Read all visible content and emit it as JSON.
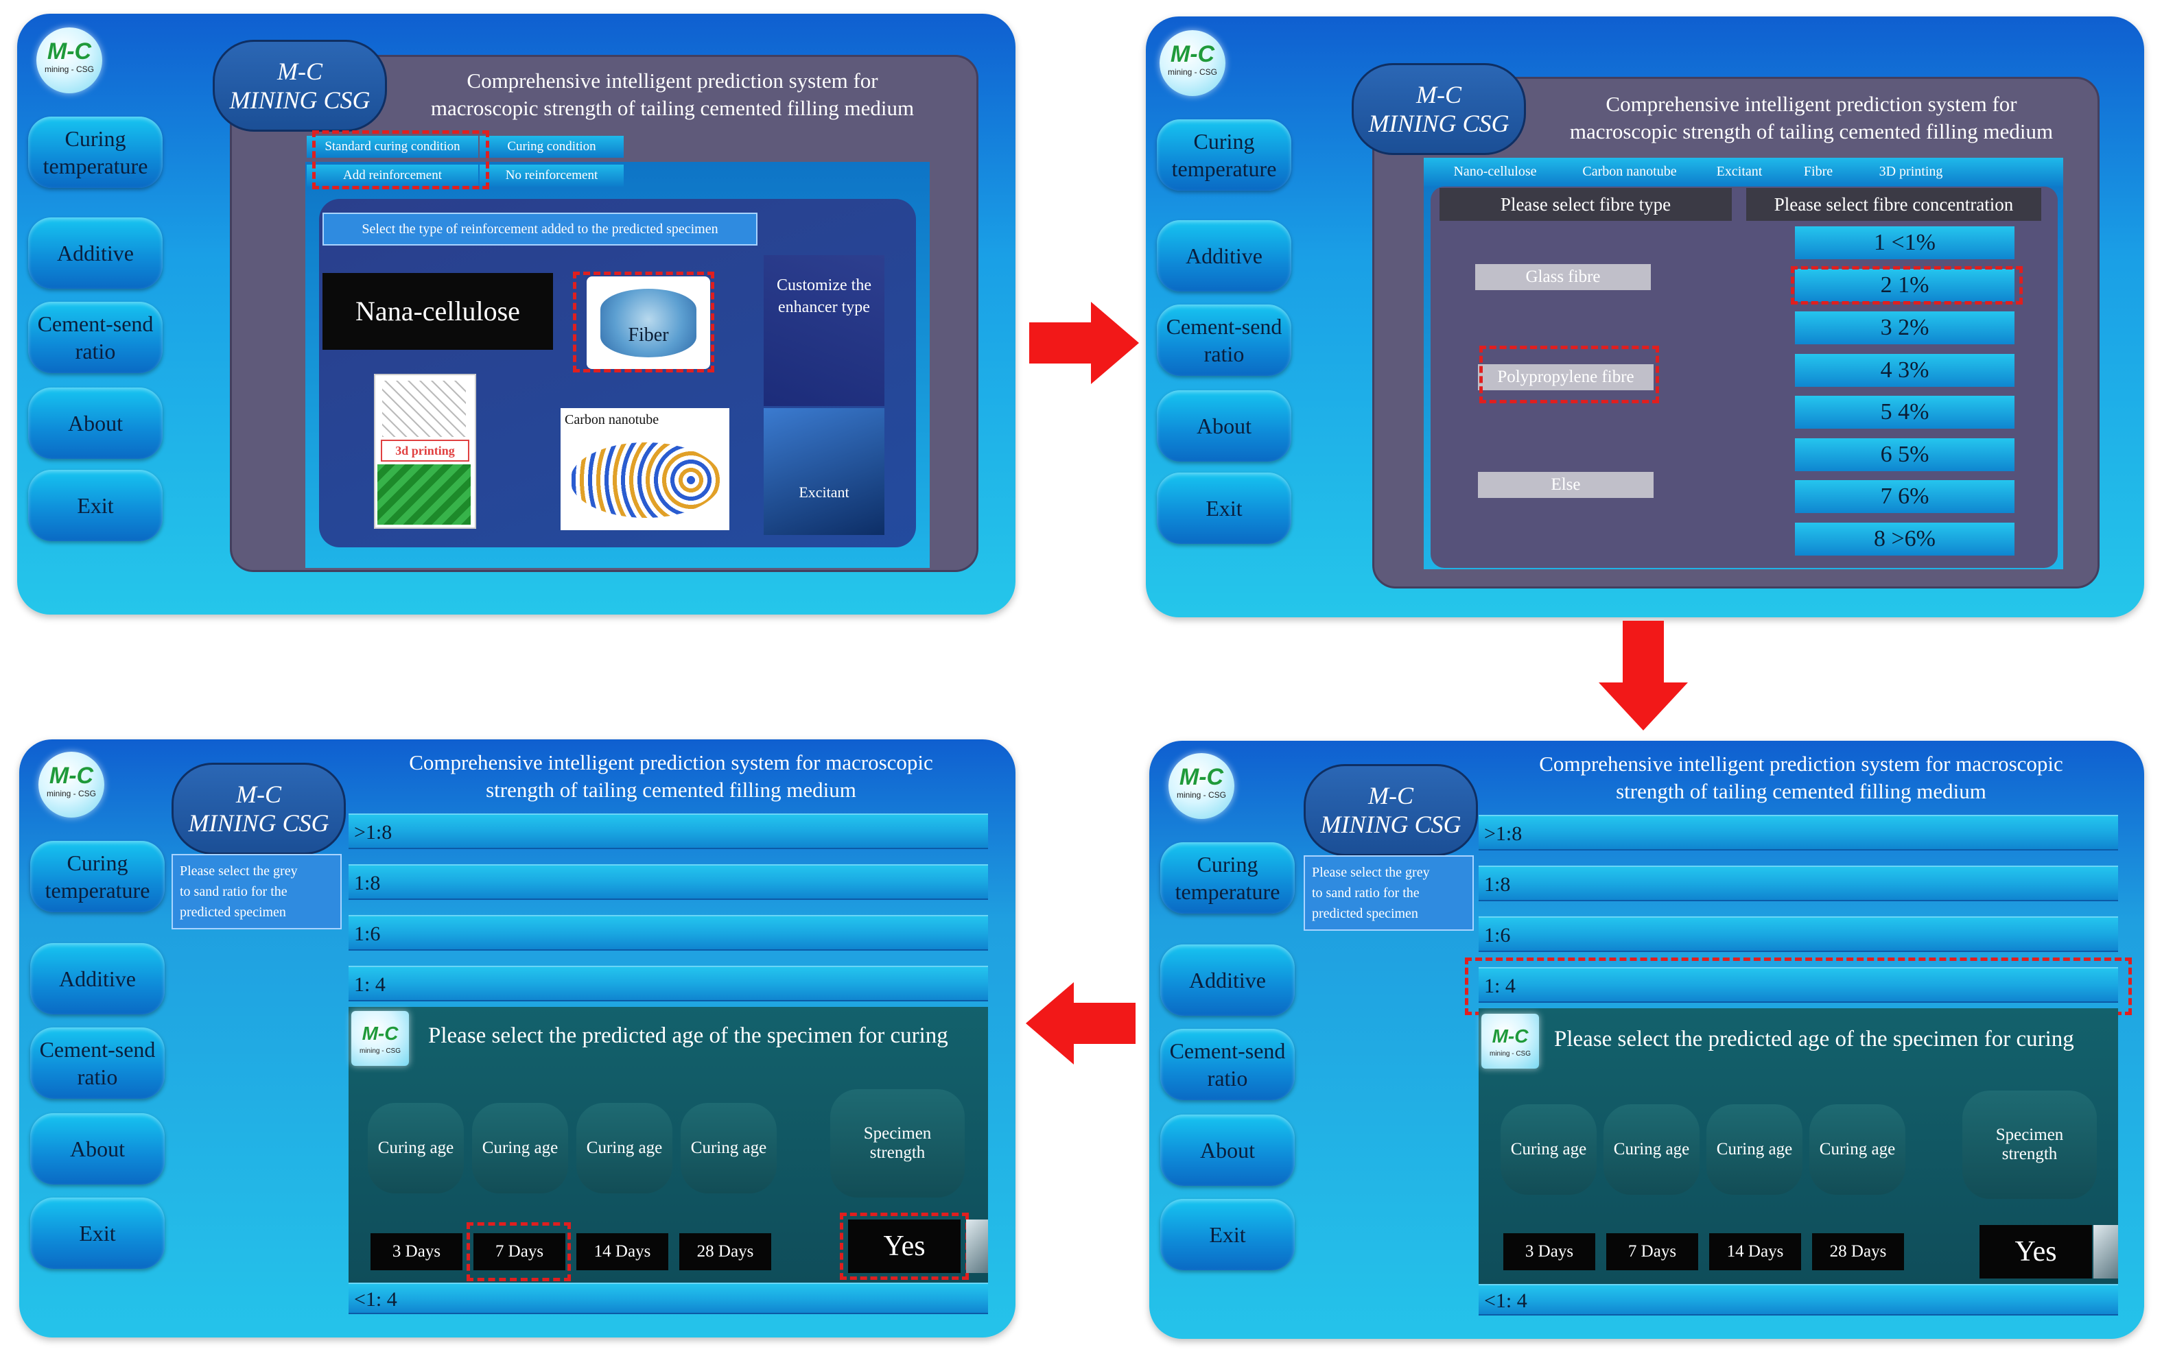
{
  "logo": {
    "main": "M-C",
    "sub": "mining - CSG"
  },
  "brand": {
    "line1": "M-C",
    "line2": "MINING CSG"
  },
  "title": {
    "line1": "Comprehensive intelligent prediction system for",
    "line2": "macroscopic strength of tailing cemented filling medium"
  },
  "title_wide": {
    "line1": "Comprehensive intelligent prediction system for macroscopic",
    "line2": "strength of tailing cemented filling medium"
  },
  "sidebar": {
    "curing_line1": "Curing",
    "curing_line2": "temperature",
    "additive": "Additive",
    "cement_line1": "Cement-send",
    "cement_line2": "ratio",
    "about": "About",
    "exit": "Exit"
  },
  "panel1": {
    "tabs": {
      "standard": "Standard curing condition",
      "curing": "Curing condition",
      "add": "Add reinforcement",
      "no": "No reinforcement"
    },
    "prompt": "Select the type of reinforcement added to the predicted specimen",
    "nano": "Nana-cellulose",
    "fiber": "Fiber",
    "custom_line1": "Customize the",
    "custom_line2": "enhancer type",
    "print3d": "3d printing",
    "carbon": "Carbon nanotube",
    "excitant": "Excitant"
  },
  "panel2": {
    "tabs": [
      "Nano-cellulose",
      "Carbon nanotube",
      "Excitant",
      "Fibre",
      "3D printing"
    ],
    "type_header": "Please select fibre type",
    "conc_header": "Please select fibre concentration",
    "types": [
      "Glass fibre",
      "Polypropylene fibre",
      "Else"
    ],
    "concentrations": [
      "1  <1%",
      "2   1%",
      "3   2%",
      "4   3%",
      "5   4%",
      "6   5%",
      "7   6%",
      "8  >6%"
    ]
  },
  "ratio": {
    "prompt_line1": "Please select the grey",
    "prompt_line2": "to sand ratio for the",
    "prompt_line3": "predicted specimen",
    "options": [
      ">1:8",
      "1:8",
      "1:6",
      "1:  4"
    ],
    "bottom": "<1:  4"
  },
  "age": {
    "prompt": "Please select the predicted age of the specimen for curing",
    "pill": "Curing age",
    "strength_line1": "Specimen",
    "strength_line2": "strength",
    "days": [
      "3 Days",
      "7 Days",
      "14 Days",
      "28 Days"
    ],
    "yes": "Yes"
  },
  "colors": {
    "arrow": "#f21818",
    "highlight": "#e01f1f",
    "frame": "#5f5a7a"
  }
}
